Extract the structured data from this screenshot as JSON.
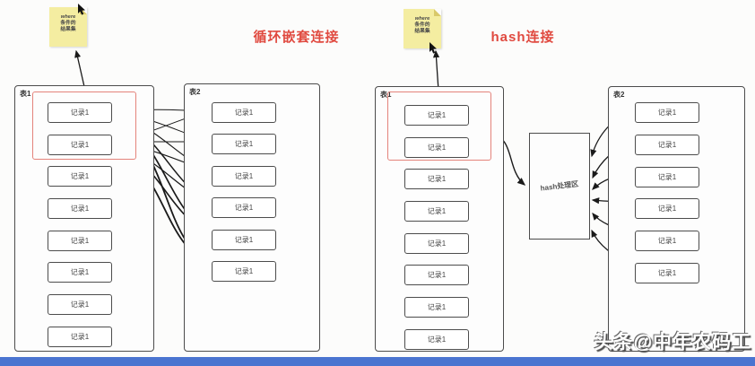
{
  "page": {
    "background_color": "#fcfcfb",
    "bottom_bar_color": "#4a74d0",
    "accent_red": "#e0493f",
    "note_yellow": "#f4eda1",
    "arrow_color": "#1a1a1a"
  },
  "watermark": {
    "text": "头条@中年农码工"
  },
  "left_diagram": {
    "title": "循环嵌套连接",
    "note": {
      "lines": [
        "where",
        "条件的",
        "结果集"
      ]
    },
    "table1": {
      "label": "表1",
      "rows": [
        "记录1",
        "记录1",
        "记录1",
        "记录1",
        "记录1",
        "记录1",
        "记录1",
        "记录1"
      ]
    },
    "table2": {
      "label": "表2",
      "rows": [
        "记录1",
        "记录1",
        "记录1",
        "记录1",
        "记录1",
        "记录1"
      ]
    }
  },
  "right_diagram": {
    "title": "hash连接",
    "note": {
      "lines": [
        "where",
        "条件的",
        "结果集"
      ]
    },
    "table1": {
      "label": "表1",
      "rows": [
        "记录1",
        "记录1",
        "记录1",
        "记录1",
        "记录1",
        "记录1",
        "记录1",
        "记录1"
      ]
    },
    "table2": {
      "label": "表2",
      "rows": [
        "记录1",
        "记录1",
        "记录1",
        "记录1",
        "记录1",
        "记录1"
      ]
    },
    "hash_box": {
      "label": "hash处理区"
    }
  }
}
